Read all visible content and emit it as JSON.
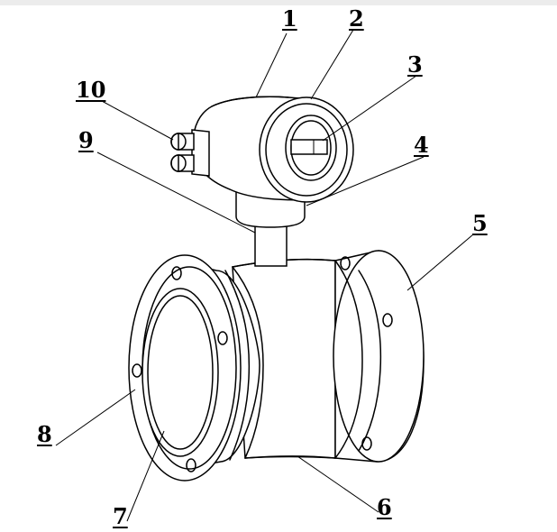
{
  "callouts": [
    {
      "id": "1",
      "label": "1"
    },
    {
      "id": "2",
      "label": "2"
    },
    {
      "id": "3",
      "label": "3"
    },
    {
      "id": "4",
      "label": "4"
    },
    {
      "id": "5",
      "label": "5"
    },
    {
      "id": "6",
      "label": "6"
    },
    {
      "id": "7",
      "label": "7"
    },
    {
      "id": "8",
      "label": "8"
    },
    {
      "id": "9",
      "label": "9"
    },
    {
      "id": "10",
      "label": "10"
    }
  ],
  "colors": {
    "line": "#000000",
    "background": "#ffffff",
    "top_bar": "#ececec"
  }
}
